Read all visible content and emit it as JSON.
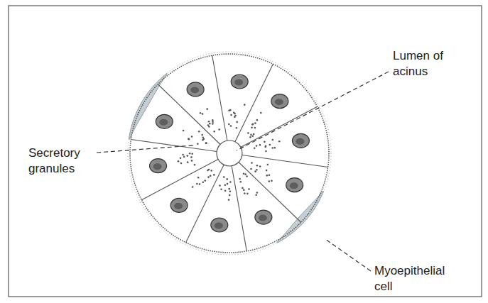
{
  "diagram": {
    "labels": [
      "Lumen of acinus",
      "Secretory granules",
      "Myoepithelial cell"
    ]
  }
}
